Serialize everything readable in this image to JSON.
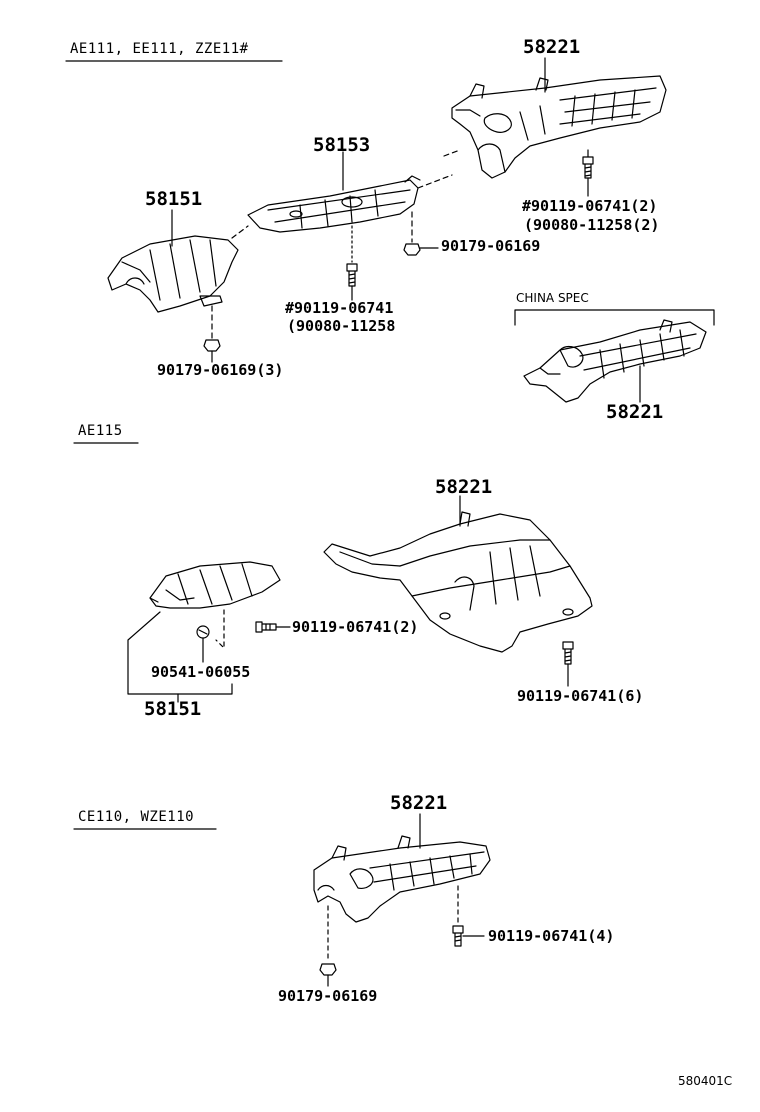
{
  "sections": {
    "s1_title": "AE111, EE111, ZZE11#",
    "s2_title": "AE115",
    "s3_title": "CE110, WZE110",
    "china_spec": "CHINA SPEC"
  },
  "labels": {
    "s1_58221": "58221",
    "s1_58153": "58153",
    "s1_58151": "58151",
    "s1_bolt_a_1": "#90119-06741(2)",
    "s1_bolt_a_2": "(90080-11258(2)",
    "s1_nut_a": "90179-06169",
    "s1_bolt_b_1": "#90119-06741",
    "s1_bolt_b_2": "(90080-11258",
    "s1_nut_b": "90179-06169(3)",
    "china_58221": "58221",
    "s2_58221": "58221",
    "s2_bolt_a": "90119-06741(2)",
    "s2_clip": "90541-06055",
    "s2_58151": "58151",
    "s2_bolt_b": "90119-06741(6)",
    "s3_58221": "58221",
    "s3_bolt": "90119-06741(4)",
    "s3_nut": "90179-06169",
    "drawing_code": "580401C"
  },
  "icons": [
    "heat-insulator-58221",
    "heat-insulator-58153",
    "heat-insulator-58151",
    "bolt-icon",
    "nut-icon",
    "clip-icon"
  ]
}
